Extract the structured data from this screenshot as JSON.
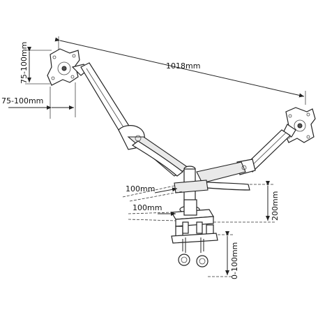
{
  "dimensions": {
    "total_width": "1018mm",
    "vesa_height": "75-100mm",
    "vesa_width": "75-100mm",
    "arm_height": "200mm",
    "pole_depth": "100mm",
    "base_depth": "100mm",
    "clamp_range": "0-100mm"
  }
}
